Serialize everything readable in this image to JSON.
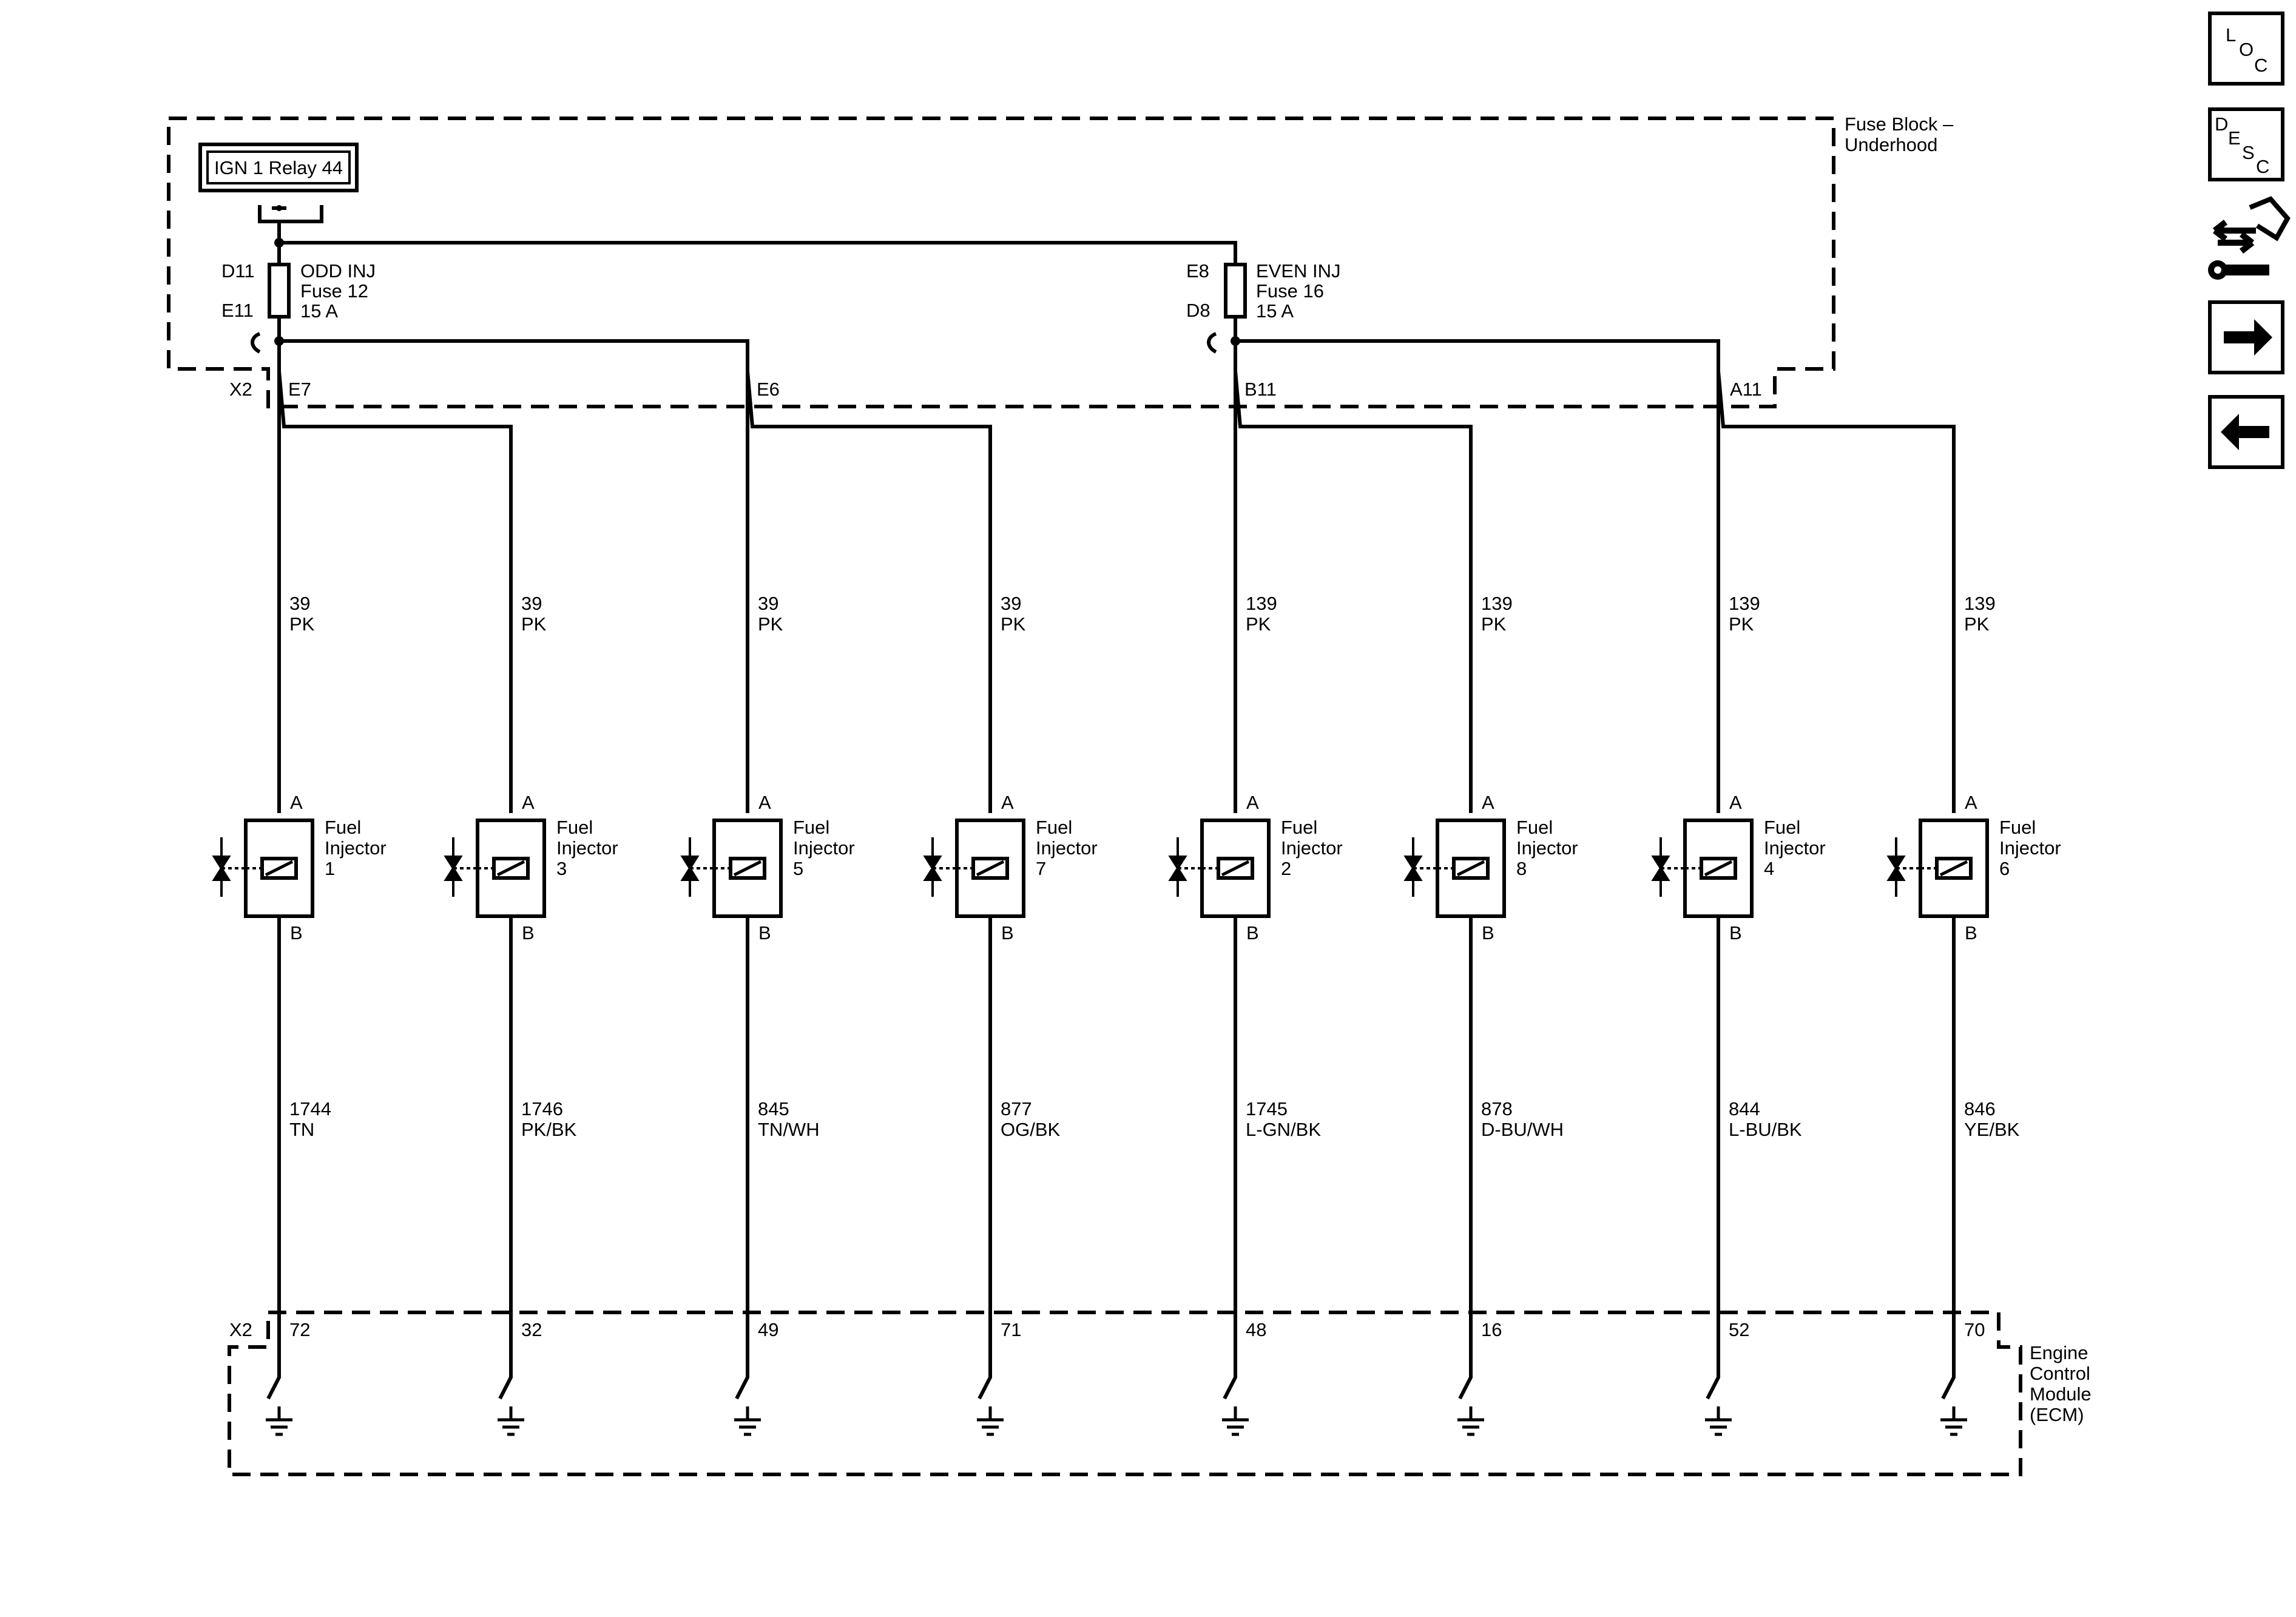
{
  "fuse_block": {
    "title_line1": "Fuse Block –",
    "title_line2": "Underhood",
    "relay_label": "IGN 1 Relay 44",
    "connector_label": "X2",
    "fuses": [
      {
        "name": "ODD INJ",
        "number": "Fuse 12",
        "rating": "15 A",
        "in_pin": "D11",
        "out_pin": "E11"
      },
      {
        "name": "EVEN INJ",
        "number": "Fuse 16",
        "rating": "15 A",
        "in_pin": "E8",
        "out_pin": "D8"
      }
    ],
    "output_pins": [
      "E7",
      "E6",
      "B11",
      "A11"
    ]
  },
  "injectors": [
    {
      "title": "Fuel",
      "subtitle": "Injector",
      "number": "1",
      "pin_a": "A",
      "pin_b": "B",
      "supply_circuit": "39",
      "supply_color": "PK",
      "control_circuit": "1744",
      "control_color": "TN",
      "ecm_pin": "72"
    },
    {
      "title": "Fuel",
      "subtitle": "Injector",
      "number": "3",
      "pin_a": "A",
      "pin_b": "B",
      "supply_circuit": "39",
      "supply_color": "PK",
      "control_circuit": "1746",
      "control_color": "PK/BK",
      "ecm_pin": "32"
    },
    {
      "title": "Fuel",
      "subtitle": "Injector",
      "number": "5",
      "pin_a": "A",
      "pin_b": "B",
      "supply_circuit": "39",
      "supply_color": "PK",
      "control_circuit": "845",
      "control_color": "TN/WH",
      "ecm_pin": "49"
    },
    {
      "title": "Fuel",
      "subtitle": "Injector",
      "number": "7",
      "pin_a": "A",
      "pin_b": "B",
      "supply_circuit": "39",
      "supply_color": "PK",
      "control_circuit": "877",
      "control_color": "OG/BK",
      "ecm_pin": "71"
    },
    {
      "title": "Fuel",
      "subtitle": "Injector",
      "number": "2",
      "pin_a": "A",
      "pin_b": "B",
      "supply_circuit": "139",
      "supply_color": "PK",
      "control_circuit": "1745",
      "control_color": "L-GN/BK",
      "ecm_pin": "48"
    },
    {
      "title": "Fuel",
      "subtitle": "Injector",
      "number": "8",
      "pin_a": "A",
      "pin_b": "B",
      "supply_circuit": "139",
      "supply_color": "PK",
      "control_circuit": "878",
      "control_color": "D-BU/WH",
      "ecm_pin": "16"
    },
    {
      "title": "Fuel",
      "subtitle": "Injector",
      "number": "4",
      "pin_a": "A",
      "pin_b": "B",
      "supply_circuit": "139",
      "supply_color": "PK",
      "control_circuit": "844",
      "control_color": "L-BU/BK",
      "ecm_pin": "52"
    },
    {
      "title": "Fuel",
      "subtitle": "Injector",
      "number": "6",
      "pin_a": "A",
      "pin_b": "B",
      "supply_circuit": "139",
      "supply_color": "PK",
      "control_circuit": "846",
      "control_color": "YE/BK",
      "ecm_pin": "70"
    }
  ],
  "ecm": {
    "connector_label": "X2",
    "title_lines": [
      "Engine",
      "Control",
      "Module",
      "(ECM)"
    ]
  },
  "nav": {
    "loc": {
      "l1": "L",
      "l2": "O",
      "l3": "C"
    },
    "desc": {
      "l1": "D",
      "l2": "E",
      "l3": "S",
      "l4": "C"
    },
    "icons": [
      "connector-tool-icon",
      "arrow-right-icon",
      "arrow-left-icon"
    ]
  }
}
